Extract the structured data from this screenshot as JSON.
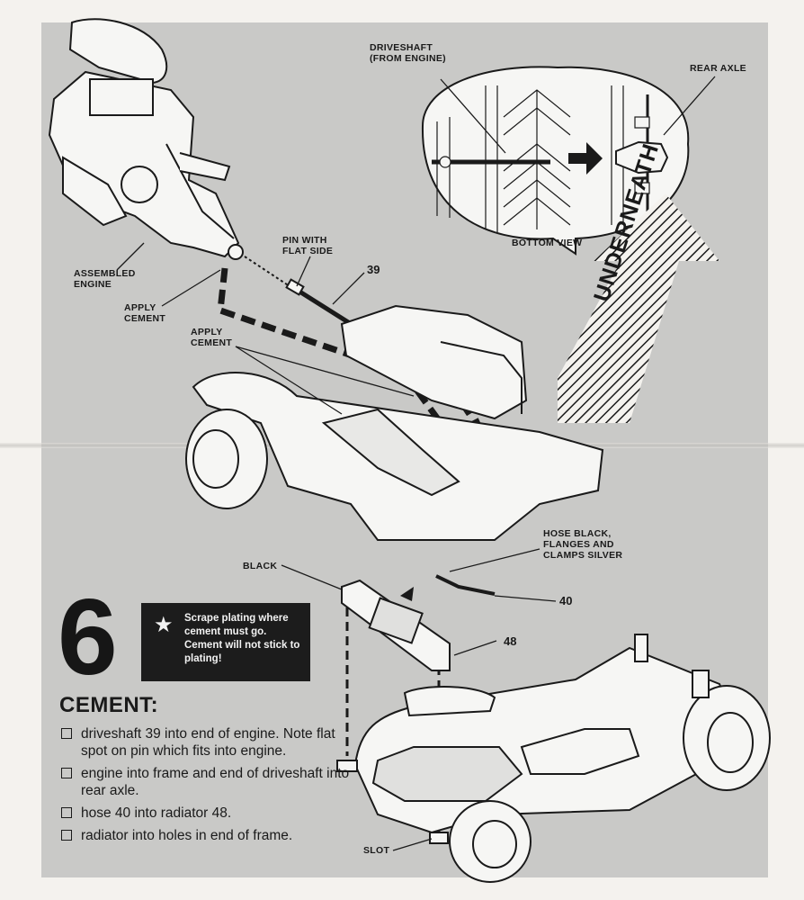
{
  "labels": {
    "driveshaft": "DRIVESHAFT\n(FROM ENGINE)",
    "rear_axle": "REAR AXLE",
    "bottom_view": "BOTTOM VIEW",
    "underneath": "UNDERNEATH",
    "pin_flat_side": "PIN WITH\nFLAT SIDE",
    "part_39": "39",
    "assembled_engine": "ASSEMBLED\nENGINE",
    "apply_cement_1": "APPLY\nCEMENT",
    "apply_cement_2": "APPLY\nCEMENT",
    "hose_note": "HOSE BLACK,\nFLANGES AND\nCLAMPS SILVER",
    "black": "BLACK",
    "part_40": "40",
    "part_48": "48",
    "slot": "SLOT"
  },
  "step": {
    "number": "6",
    "note": "Scrape plating where cement must go. Cement will not stick to plating!",
    "cement_title": "CEMENT:",
    "items": [
      "driveshaft 39 into end of engine. Note flat spot on pin which fits into engine.",
      "engine into frame and end of driveshaft into rear axle.",
      "hose 40 into radiator 48.",
      "radiator into holes in end of frame."
    ]
  }
}
